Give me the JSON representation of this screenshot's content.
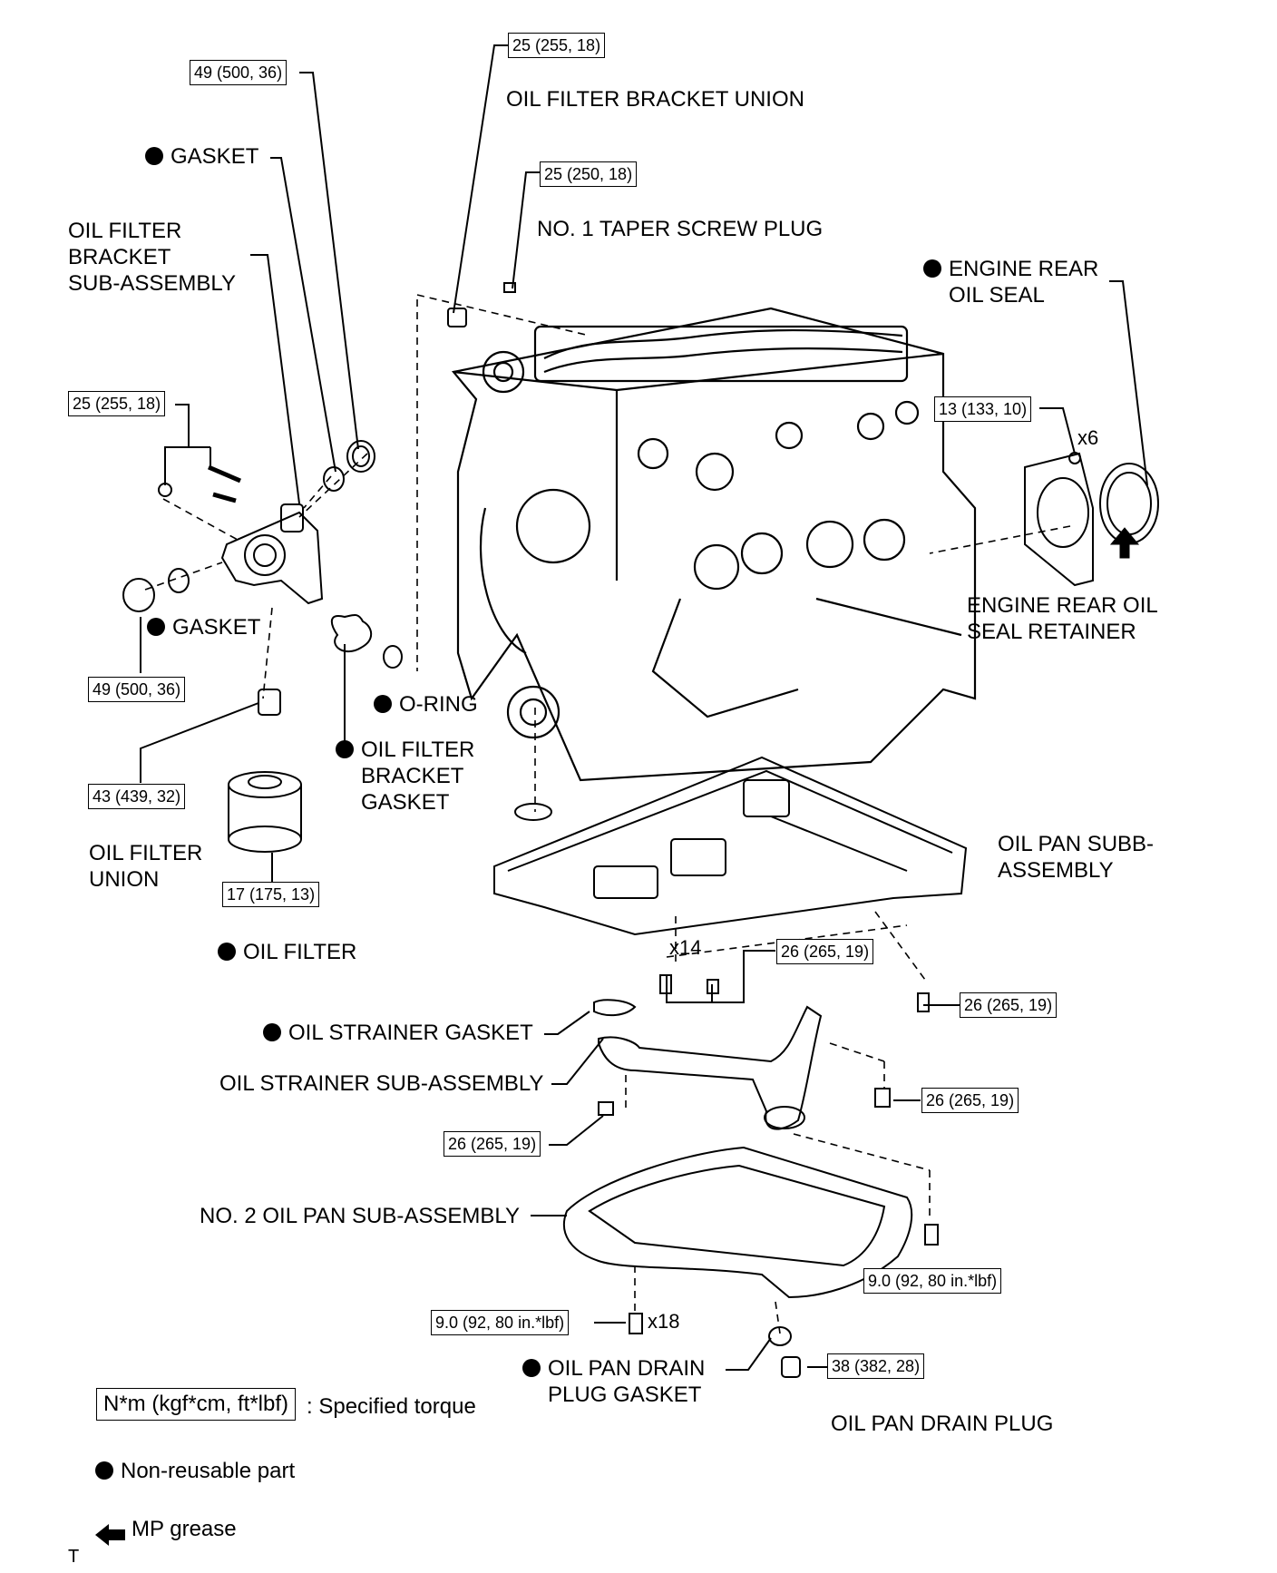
{
  "labels": {
    "oil_filter_bracket_union": "OIL FILTER BRACKET UNION",
    "gasket_top": "GASKET",
    "no1_taper_screw_plug": "NO. 1 TAPER SCREW PLUG",
    "oil_filter_bracket_sub_assembly": "OIL FILTER\nBRACKET\nSUB-ASSEMBLY",
    "engine_rear_oil_seal": "ENGINE REAR\nOIL SEAL",
    "engine_rear_oil_seal_retainer": "ENGINE REAR OIL\nSEAL RETAINER",
    "gasket_mid": "GASKET",
    "o_ring": "O-RING",
    "oil_filter_bracket_gasket": "OIL FILTER\nBRACKET\nGASKET",
    "oil_filter_union": "OIL FILTER\nUNION",
    "oil_filter": "OIL FILTER",
    "oil_pan_sub_assembly": "OIL PAN SUBB-\nASSEMBLY",
    "oil_strainer_gasket": "OIL STRAINER GASKET",
    "oil_strainer_sub_assembly": "OIL STRAINER SUB-ASSEMBLY",
    "no2_oil_pan_sub_assembly": "NO. 2 OIL PAN SUB-ASSEMBLY",
    "oil_pan_drain_plug_gasket": "OIL PAN DRAIN\nPLUG GASKET",
    "oil_pan_drain_plug": "OIL PAN DRAIN PLUG"
  },
  "torques": {
    "t_bracket_union": "25 (255, 18)",
    "t_gasket_top": "49 (500, 36)",
    "t_taper_plug": "25 (250, 18)",
    "t_bracket_bolts": "25 (255, 18)",
    "t_rear_retainer": "13 (133, 10)",
    "t_plug_lower": "49 (500, 36)",
    "t_filter_union": "43 (439, 32)",
    "t_oil_filter": "17 (175, 13)",
    "t_pan_bolt_a": "26 (265, 19)",
    "t_pan_bolt_b": "26 (265, 19)",
    "t_strainer_right": "26 (265, 19)",
    "t_strainer_left": "26 (265, 19)",
    "t_no2_pan_right": "9.0 (92, 80 in.*lbf)",
    "t_no2_pan_left": "9.0 (92, 80 in.*lbf)",
    "t_drain_plug": "38 (382, 28)"
  },
  "counts": {
    "x6": "x6",
    "x14": "x14",
    "x18": "x18"
  },
  "legend": {
    "torque_unit": "N*m (kgf*cm, ft*lbf)",
    "torque_desc": ": Specified torque",
    "non_reusable": "Non-reusable part",
    "mp_grease": "MP grease"
  },
  "footer_mark": "T"
}
